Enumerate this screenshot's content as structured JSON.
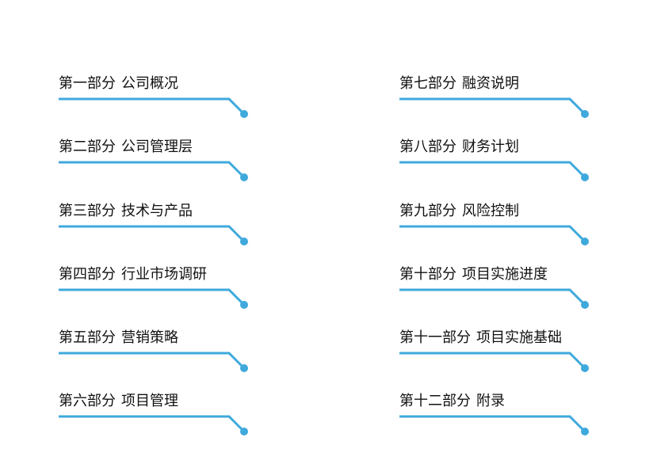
{
  "toc": {
    "accent_color": "#3fa9dc",
    "items": [
      {
        "part": "第一部分",
        "title": "公司概况"
      },
      {
        "part": "第二部分",
        "title": "公司管理层"
      },
      {
        "part": "第三部分",
        "title": "技术与产品"
      },
      {
        "part": "第四部分",
        "title": "行业市场调研"
      },
      {
        "part": "第五部分",
        "title": "营销策略"
      },
      {
        "part": "第六部分",
        "title": "项目管理"
      },
      {
        "part": "第七部分",
        "title": "融资说明"
      },
      {
        "part": "第八部分",
        "title": "财务计划"
      },
      {
        "part": "第九部分",
        "title": "风险控制"
      },
      {
        "part": "第十部分",
        "title": "项目实施进度"
      },
      {
        "part": "第十一部分",
        "title": "项目实施基础"
      },
      {
        "part": "第十二部分",
        "title": "附录"
      }
    ]
  }
}
